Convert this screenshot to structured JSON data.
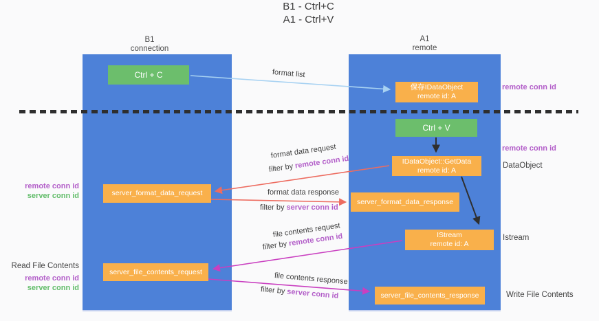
{
  "title": {
    "line1": "B1 - Ctrl+C",
    "line2": "A1 - Ctrl+V"
  },
  "lanes": {
    "left": {
      "title": "B1",
      "subtitle": "connection"
    },
    "right": {
      "title": "A1",
      "subtitle": "remote"
    }
  },
  "nodes": {
    "ctrl_c": {
      "label": "Ctrl + C"
    },
    "save_dataobject": {
      "line1": "保存IDataObject",
      "line2": "remote id: A"
    },
    "ctrl_v": {
      "label": "Ctrl + V"
    },
    "getdata": {
      "line1": "IDataObject::GetData",
      "line2": "remote id: A"
    },
    "istream": {
      "line1": "IStream",
      "line2": "remote id: A"
    },
    "server_format_data_request": {
      "label": "server_format_data_request"
    },
    "server_format_data_response": {
      "label": "server_format_data_response"
    },
    "server_file_contents_request": {
      "label": "server_file_contents_request"
    },
    "server_file_contents_response": {
      "label": "server_file_contents_response"
    }
  },
  "arrow_labels": {
    "format_list": "format list",
    "format_data_request": "format data request",
    "format_data_request_filter": {
      "prefix": "filter by",
      "key": "remote conn id"
    },
    "format_data_response": "format data response",
    "format_data_response_filter": {
      "prefix": "filter by",
      "key": "server conn id"
    },
    "file_contents_request": "file contents request",
    "file_contents_request_filter": {
      "prefix": "filter by",
      "key": "remote conn id"
    },
    "file_contents_response": "file contents response",
    "file_contents_response_filter": {
      "prefix": "filter by",
      "key": "server conn id"
    }
  },
  "side_labels": {
    "right_remote_conn_id_top": "remote conn id",
    "right_remote_conn_id_mid": "remote conn id",
    "data_object": "DataObject",
    "istream": "Istream",
    "write_file_contents": "Write File Contents",
    "left_remote_conn_id_top": "remote conn id",
    "left_server_conn_id_top": "server conn id",
    "read_file_contents": "Read File Contents",
    "left_remote_conn_id_bottom": "remote conn id",
    "left_server_conn_id_bottom": "server conn id"
  },
  "colors": {
    "lane_blue": "#4d81d8",
    "node_orange": "#f9b04b",
    "node_green": "#6cbe6c",
    "arrow_salmon": "#ed6c60",
    "arrow_magenta": "#c93fc0",
    "arrow_lightblue": "#a8d2f2",
    "arrow_black": "#2f2f2f",
    "text_purple": "#b35fc9",
    "text_green": "#63bd6b"
  }
}
